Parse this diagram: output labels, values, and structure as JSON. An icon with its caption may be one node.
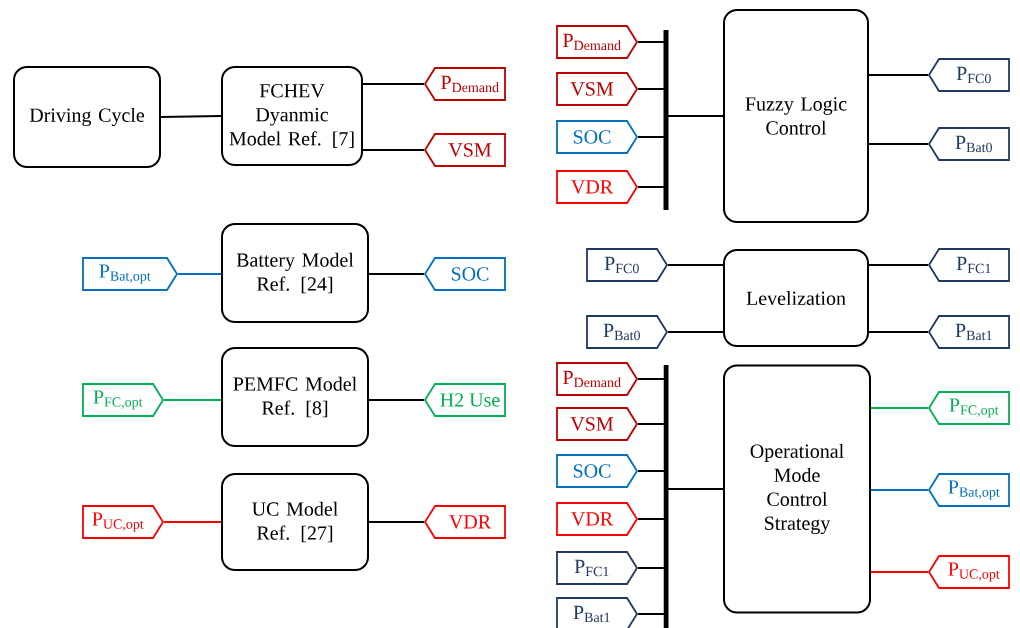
{
  "diagram": {
    "nodes": [
      {
        "text": [
          "Driving Cycle"
        ]
      },
      {
        "text": [
          "FCHEV Dyanmic Model Ref. [7]"
        ]
      },
      {
        "text": [
          "P$_{Demand}$"
        ]
      },
      {
        "text": [
          "VSM"
        ]
      },
      {
        "text": [
          "Battery Model Ref. [24]"
        ]
      },
      {
        "text": [
          "P$_{Bat,opt}$"
        ]
      },
      {
        "text": [
          "SOC"
        ]
      },
      {
        "text": [
          "PEMFC Model Ref. [8]"
        ]
      },
      {
        "text": [
          "P$_{FC,opt}$"
        ]
      },
      {
        "text": [
          "H2 Use"
        ]
      },
      {
        "text": [
          "UC Model Ref. [27]"
        ]
      },
      {
        "text": [
          "P$_{UC,opt}$"
        ]
      },
      {
        "text": [
          "VDR"
        ]
      },
      {
        "text": [
          "P$_{Demand}$"
        ]
      },
      {
        "text": [
          "VSM"
        ]
      },
      {
        "text": [
          "SOC"
        ]
      },
      {
        "text": [
          "VDR"
        ]
      },
      {
        "text": [
          "Fuzzy Logic Control"
        ]
      },
      {
        "text": [
          "P$_{FC0}$"
        ]
      },
      {
        "text": [
          "P$_{Bat0}$"
        ]
      },
      {
        "text": [
          "Levelization"
        ]
      },
      {
        "text": [
          "P$_{FC0}$"
        ]
      },
      {
        "text": [
          "P$_{Bat0}$"
        ]
      },
      {
        "text": [
          "P$_{FC1}$"
        ]
      },
      {
        "text": [
          "P$_{Bat1}$"
        ]
      },
      {
        "text": [
          "Operational Mode Control Strategy"
        ]
      },
      {
        "text": [
          "P$_{Demand}$"
        ]
      },
      {
        "text": [
          "VSM"
        ]
      },
      {
        "text": [
          "SOC"
        ]
      },
      {
        "text": [
          "VDR"
        ]
      },
      {
        "text": [
          "P$_{FC1}$"
        ]
      },
      {
        "text": [
          "P$_{Bat1}$"
        ]
      },
      {
        "text": [
          "P$_{FC,opt}$"
        ]
      },
      {
        "text": [
          "P$_{Bat,opt}$"
        ]
      },
      {
        "text": [
          "P$_{UC,opt}$"
        ]
      }
    ],
    "edges": [
      {
        "from": 0,
        "to": 1,
        "arrow": "none"
      },
      {
        "from": 1,
        "to": 2,
        "arrow": "none"
      },
      {
        "from": 1,
        "to": 3,
        "arrow": "none"
      },
      {
        "from": 5,
        "to": 4,
        "arrow": "none",
        "color": "#0070c0"
      },
      {
        "from": 4,
        "to": 6,
        "arrow": "none"
      },
      {
        "from": 8,
        "to": 7,
        "arrow": "none",
        "color": "#00b050"
      },
      {
        "from": 7,
        "to": 9,
        "arrow": "none"
      },
      {
        "from": 11,
        "to": 10,
        "arrow": "none",
        "color": "#ff0000"
      },
      {
        "from": 10,
        "to": 12,
        "arrow": "none"
      },
      {
        "from": 13,
        "to": 17,
        "arrow": "none"
      },
      {
        "from": 14,
        "to": 17,
        "arrow": "none"
      },
      {
        "from": 15,
        "to": 17,
        "arrow": "none"
      },
      {
        "from": 16,
        "to": 17,
        "arrow": "none"
      },
      {
        "from": 17,
        "to": 18,
        "arrow": "none"
      },
      {
        "from": 17,
        "to": 19,
        "arrow": "none"
      },
      {
        "from": 21,
        "to": 20,
        "arrow": "none"
      },
      {
        "from": 22,
        "to": 20,
        "arrow": "none"
      },
      {
        "from": 20,
        "to": 23,
        "arrow": "none"
      },
      {
        "from": 20,
        "to": 24,
        "arrow": "none"
      },
      {
        "from": 26,
        "to": 25,
        "arrow": "none"
      },
      {
        "from": 27,
        "to": 25,
        "arrow": "none"
      },
      {
        "from": 28,
        "to": 25,
        "arrow": "none"
      },
      {
        "from": 29,
        "to": 25,
        "arrow": "none"
      },
      {
        "from": 30,
        "to": 25,
        "arrow": "none"
      },
      {
        "from": 31,
        "to": 25,
        "arrow": "none"
      },
      {
        "from": 25,
        "to": 32,
        "arrow": "none",
        "color": "#00b050"
      },
      {
        "from": 25,
        "to": 33,
        "arrow": "none",
        "color": "#0070c0"
      },
      {
        "from": 25,
        "to": 34,
        "arrow": "none",
        "color": "#ff0000"
      }
    ]
  }
}
